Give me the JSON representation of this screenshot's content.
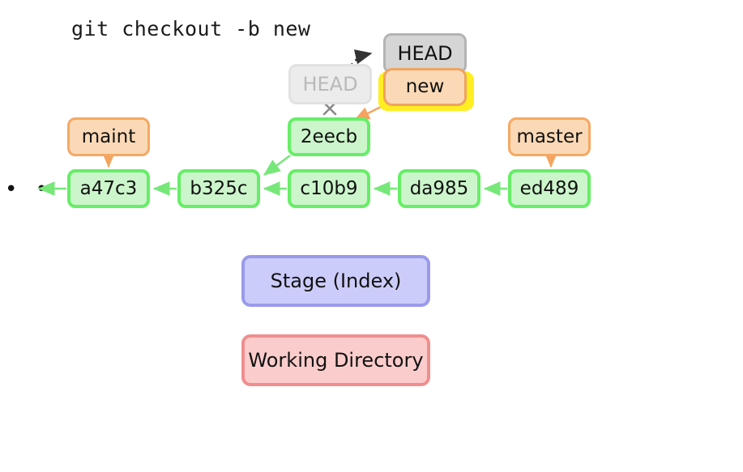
{
  "diagram": {
    "title": "git checkout -b new",
    "background_color": "#ffffff",
    "type": "git-branching-diagram"
  },
  "colors": {
    "commit_fill": "#ccf5cc",
    "commit_border": "#66ee66",
    "branch_fill": "#fbd9b6",
    "branch_border": "#f6a863",
    "head_fill": "#d5d5d5",
    "head_border": "#b4b4b4",
    "head_ghost_fill": "#ececec",
    "head_ghost_text": "#b9b9b9",
    "highlight_yellow": "#ffee22",
    "stage_fill": "#ccccfa",
    "stage_border": "#9a9aec",
    "working_fill": "#fbcccc",
    "working_border": "#f08e8e",
    "arrow_green": "#77e77a",
    "arrow_orange": "#f4a460",
    "arrow_dashed": "#333333",
    "x_mark": "#8a8a8a"
  },
  "commits": [
    {
      "id": "a47c3",
      "label": "a47c3"
    },
    {
      "id": "b325c",
      "label": "b325c"
    },
    {
      "id": "c10b9",
      "label": "c10b9"
    },
    {
      "id": "da985",
      "label": "da985"
    },
    {
      "id": "ed489",
      "label": "ed489"
    },
    {
      "id": "2eecb",
      "label": "2eecb"
    }
  ],
  "ellipsis": "• • •",
  "branches": [
    {
      "name": "maint",
      "label": "maint",
      "points_to": "a47c3"
    },
    {
      "name": "master",
      "label": "master",
      "points_to": "ed489"
    },
    {
      "name": "new",
      "label": "new",
      "points_to": "2eecb",
      "highlighted": true
    }
  ],
  "head": {
    "current_label": "HEAD",
    "previous_label": "HEAD",
    "detached_mark": "✕",
    "moved": true
  },
  "areas": [
    {
      "id": "stage",
      "label": "Stage (Index)"
    },
    {
      "id": "working",
      "label": "Working Directory"
    }
  ]
}
